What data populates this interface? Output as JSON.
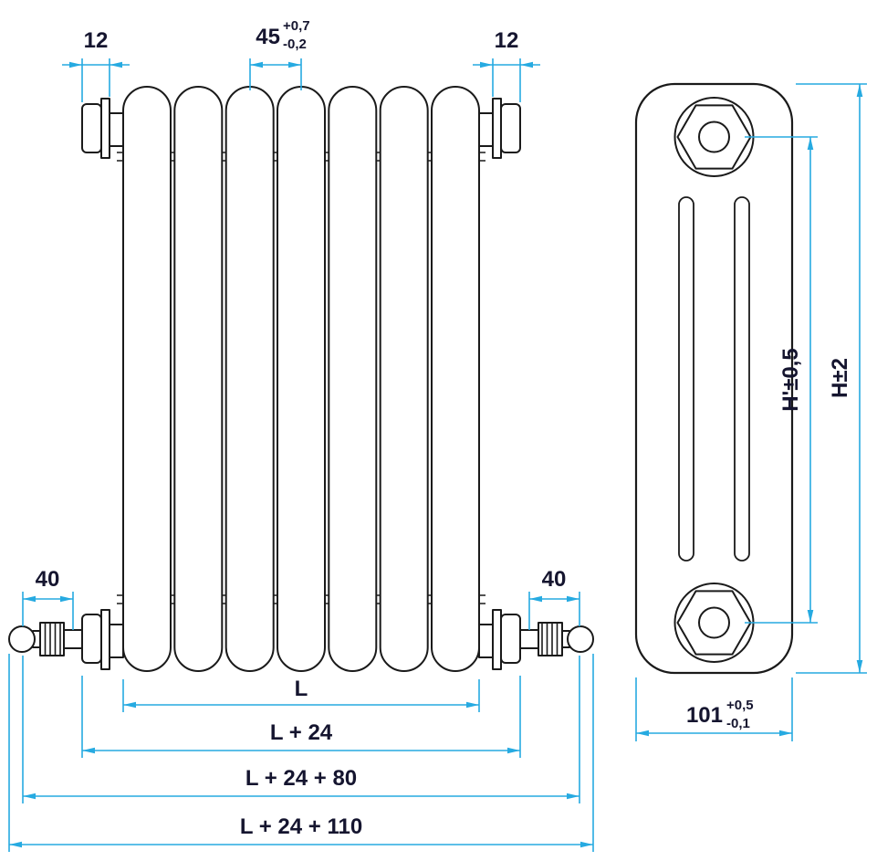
{
  "colors": {
    "dimension_line": "#26aae1",
    "drawing_line": "#1a1a1a",
    "label_text": "#15152f",
    "background": "#ffffff"
  },
  "front_view": {
    "section_count": 7,
    "dims": {
      "plug_left": "12",
      "plug_right": "12",
      "pitch": {
        "value": "45",
        "tol_plus": "+0,7",
        "tol_minus": "-0,2"
      },
      "valve_left": "40",
      "valve_right": "40",
      "length": "L",
      "length_with_plugs": "L + 24",
      "length_with_valves": "L + 24 + 80",
      "length_overall": "L + 24 + 110"
    }
  },
  "side_view": {
    "dims": {
      "hub_distance": "H'±0,5",
      "overall_height": "H±2",
      "depth": {
        "value": "101",
        "tol_plus": "+0,5",
        "tol_minus": "-0,1"
      }
    }
  }
}
